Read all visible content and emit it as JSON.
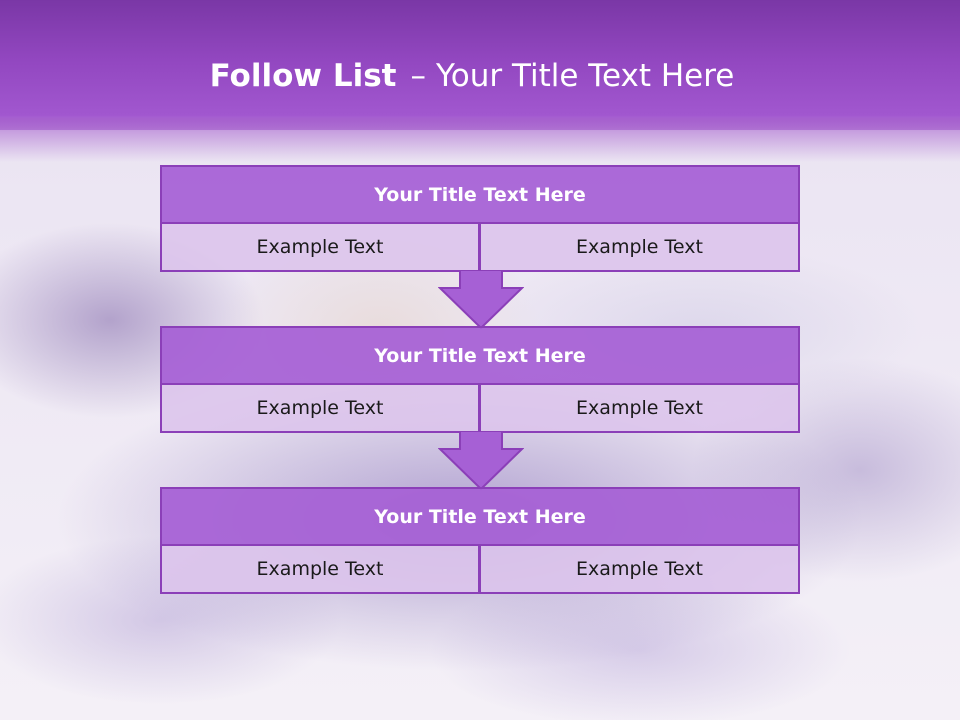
{
  "header": {
    "title_bold": "Follow List",
    "title_separator": "–",
    "title_rest": "Your Title Text Here"
  },
  "blocks": [
    {
      "title": "Your Title Text Here",
      "cells": [
        "Example Text",
        "Example Text"
      ]
    },
    {
      "title": "Your Title Text Here",
      "cells": [
        "Example Text",
        "Example Text"
      ]
    },
    {
      "title": "Your Title Text Here",
      "cells": [
        "Example Text",
        "Example Text"
      ]
    }
  ],
  "colors": {
    "header": "#9247c0",
    "title_bar": "#a660d5",
    "cell_fill": "#dcc4ec",
    "border": "#8b3fb8"
  }
}
